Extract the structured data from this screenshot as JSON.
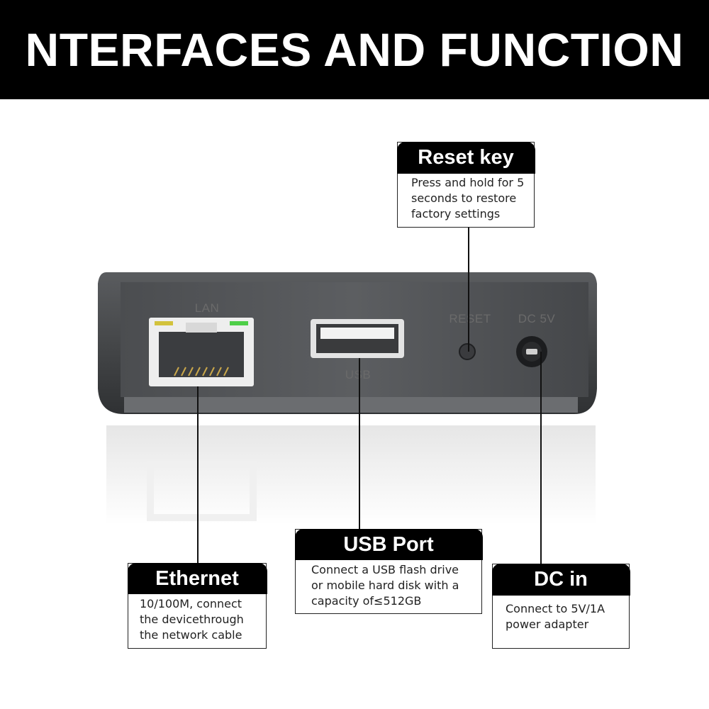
{
  "header": {
    "title": "NTERFACES AND FUNCTION"
  },
  "device": {
    "lan_label": "LAN",
    "usb_label": "USB",
    "reset_label": "RESET",
    "dc_label": "DC 5V"
  },
  "callouts": {
    "reset": {
      "title": "Reset key",
      "lines": [
        "Press and hold for 5",
        "seconds to restore",
        "factory settings"
      ]
    },
    "usb": {
      "title": "USB Port",
      "lines": [
        "Connect a USB flash drive",
        "or mobile hard disk with a",
        "capacity of≤512GB"
      ]
    },
    "ethernet": {
      "title": "Ethernet",
      "lines": [
        "10/100M, connect",
        "the devicethrough",
        "the network cable"
      ]
    },
    "dc": {
      "title": "DC in",
      "lines": [
        "Connect to 5V/1A",
        "power adapter"
      ]
    }
  }
}
